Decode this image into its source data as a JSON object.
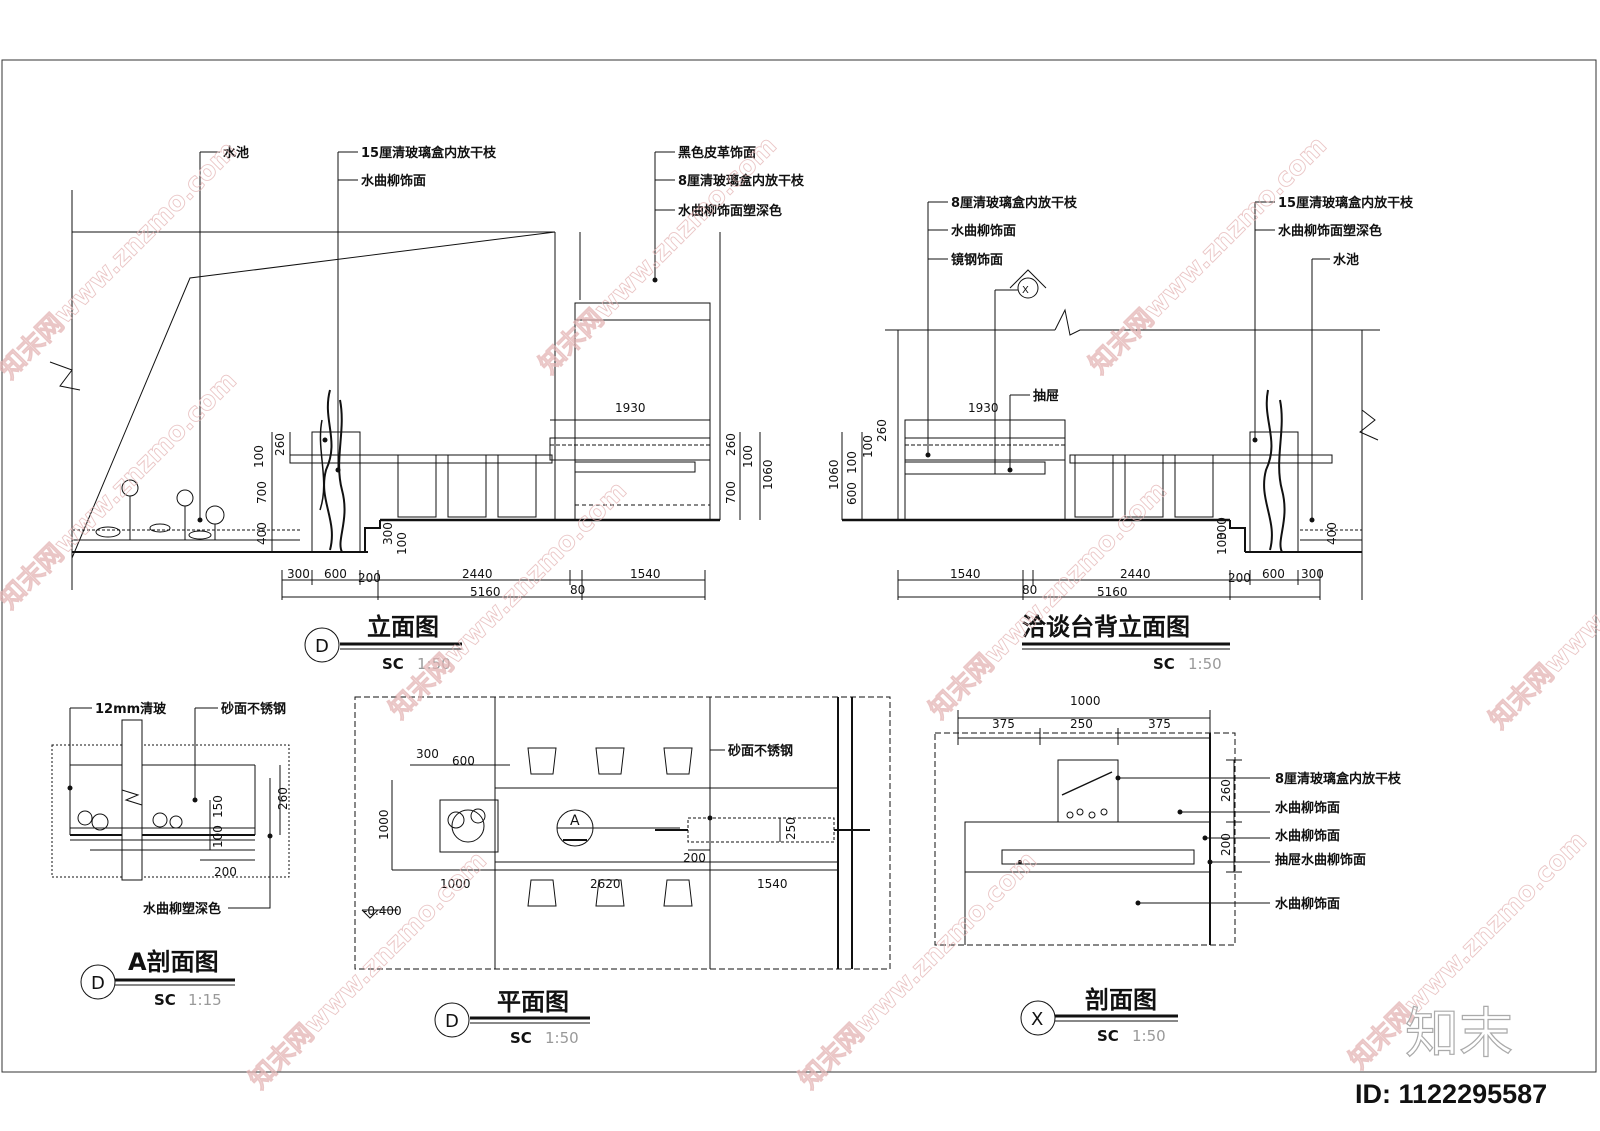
{
  "views": {
    "elevation": {
      "title": "立面图",
      "code": "SC",
      "scale": "1:50",
      "symbol": "D",
      "labels": [
        "水池",
        "15厘清玻璃盒内放干枝",
        "水曲柳饰面",
        "黑色皮革饰面",
        "8厘清玻璃盒内放干枝",
        "水曲柳饰面塑深色"
      ],
      "dims_bottom": [
        "300",
        "600",
        "200",
        "2440",
        "80",
        "1540",
        "5160"
      ],
      "dims_left": [
        "260",
        "100",
        "700",
        "400"
      ],
      "dims_right": [
        "260",
        "100",
        "700",
        "1060"
      ],
      "dims_small": [
        "300",
        "100"
      ],
      "dim_top": "1930"
    },
    "back_elevation": {
      "title": "洽谈台背立面图",
      "code": "SC",
      "scale": "1:50",
      "symbol_mark": "X",
      "labels": [
        "8厘清玻璃盒内放干枝",
        "水曲柳饰面",
        "镜钢饰面",
        "15厘清玻璃盒内放干枝",
        "水曲柳饰面塑深色",
        "水池",
        "抽屉"
      ],
      "dims_bottom": [
        "1540",
        "80",
        "2440",
        "200",
        "600",
        "300",
        "5160"
      ],
      "dims_left": [
        "1060",
        "600",
        "100",
        "100",
        "260"
      ],
      "dims_right": [
        "400"
      ],
      "dims_small": [
        "100",
        "300"
      ],
      "dim_top": "1930"
    },
    "section_a": {
      "title": "A剖面图",
      "code": "SC",
      "scale": "1:15",
      "symbol": "D",
      "labels": [
        "12mm清玻",
        "砂面不锈钢",
        "水曲柳塑深色"
      ],
      "dims": [
        "150",
        "100",
        "200",
        "260"
      ]
    },
    "plan": {
      "title": "平面图",
      "code": "SC",
      "scale": "1:50",
      "symbol": "D",
      "labels": [
        "砂面不锈钢"
      ],
      "section_mark": "A",
      "level": "-0.400",
      "dims": [
        "300",
        "600",
        "1000",
        "1000",
        "2620",
        "1540",
        "200",
        "250"
      ]
    },
    "section": {
      "title": "剖面图",
      "code": "SC",
      "scale": "1:50",
      "symbol": "X",
      "labels": [
        "8厘清玻璃盒内放干枝",
        "水曲柳饰面",
        "水曲柳饰面",
        "抽屉水曲柳饰面",
        "水曲柳饰面"
      ],
      "dims": [
        "1000",
        "375",
        "250",
        "375",
        "260",
        "200"
      ]
    }
  },
  "watermark": {
    "text": "知末网www.znzmo.com",
    "logo": "知末",
    "id": "ID: 1122295587"
  },
  "colors": {
    "line": "#111111",
    "watermark": "#e4b4b4",
    "scale_text": "#999999"
  }
}
